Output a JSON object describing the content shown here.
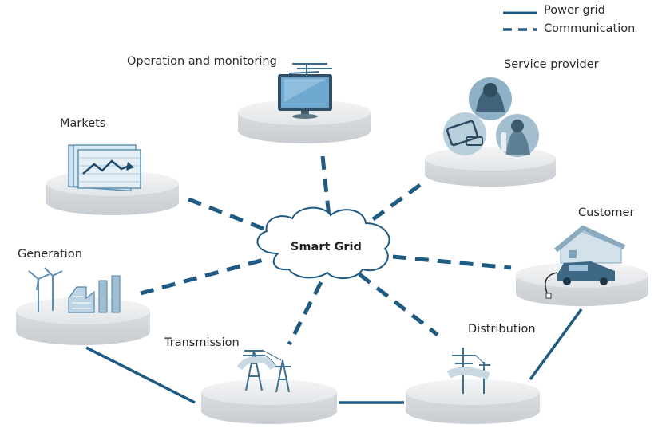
{
  "legend": {
    "power_grid": "Power grid",
    "communication": "Communication"
  },
  "hub": {
    "label": "Smart Grid"
  },
  "nodes": {
    "operation": {
      "label": "Operation and monitoring"
    },
    "service": {
      "label": "Service provider"
    },
    "markets": {
      "label": "Markets"
    },
    "customer": {
      "label": "Customer"
    },
    "generation": {
      "label": "Generation"
    },
    "transmission": {
      "label": "Transmission"
    },
    "distribution": {
      "label": "Distribution"
    }
  },
  "colors": {
    "line": "#1f5a82",
    "platform_top": "#e9ebed",
    "platform_side": "#d3d7db",
    "icon": "#3c7fa8"
  }
}
